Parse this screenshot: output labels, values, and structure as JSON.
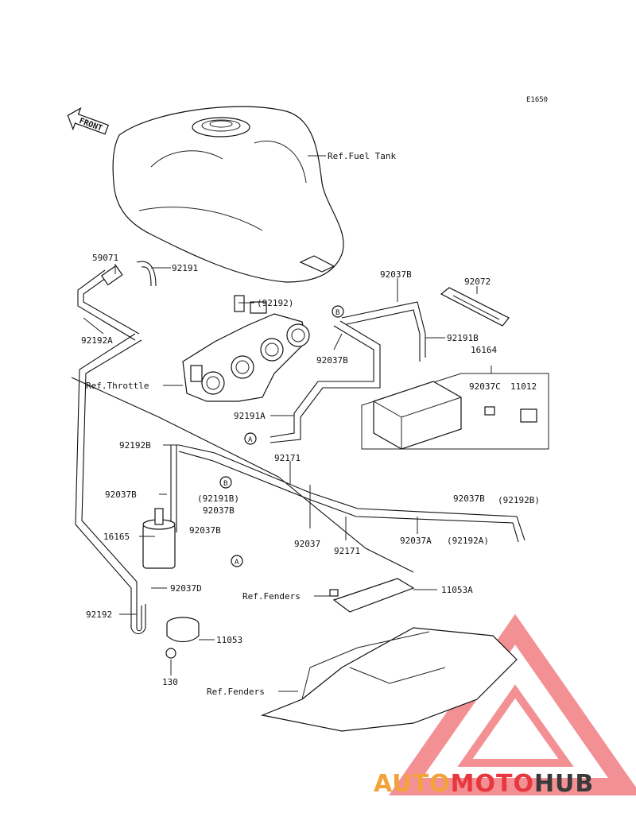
{
  "diagram": {
    "code": "E1650",
    "front_label": "FRONT",
    "labels": {
      "ref_fuel_tank": "Ref.Fuel Tank",
      "p59071": "59071",
      "p92191_top": "92191",
      "p92192_paren": "(92192)",
      "p92192A": "92192A",
      "p92037B_top": "92037B",
      "p92072": "92072",
      "p92191B": "92191B",
      "p16164": "16164",
      "p92037B_mid": "92037B",
      "ref_throttle": "Ref.Throttle",
      "p92037C": "92037C",
      "p11012": "11012",
      "p92191A": "92191A",
      "p92192B": "92192B",
      "p92171_top": "92171",
      "p92037B_left": "92037B",
      "p92191B_paren": "(92191B)",
      "p92037B_left2": "92037B",
      "p92037B_right": "92037B",
      "p92192B_paren": "(92192B)",
      "p16165": "16165",
      "p92037B_low": "92037B",
      "p92037": "92037",
      "p92171_bot": "92171",
      "p92037A": "92037A",
      "p92192A_paren": "(92192A)",
      "p92037D": "92037D",
      "ref_fenders_top": "Ref.Fenders",
      "p11053A": "11053A",
      "p92192": "92192",
      "p11053": "11053",
      "p130": "130",
      "ref_fenders_bot": "Ref.Fenders",
      "marker_A": "A",
      "marker_B": "B"
    }
  },
  "watermark": {
    "part1": "AUTO",
    "part2": "MOTO",
    "part3": "HUB",
    "color_orange": "#f1a23b",
    "color_red": "#e8373e",
    "color_dark": "#3a3a3a"
  }
}
